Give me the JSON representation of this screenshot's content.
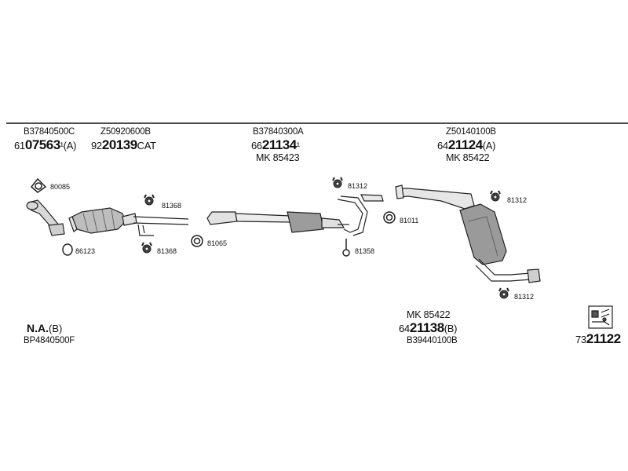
{
  "header": {
    "g1_ref": "B37840500C",
    "g1_prefix": "61",
    "g1_main": "07563",
    "g1_suffix": "¹(A)",
    "g2_ref": "Z50920600B",
    "g2_prefix": "92",
    "g2_main": "20139",
    "g2_suffix": "CAT",
    "g3_ref": "B37840300A",
    "g3_prefix": "66",
    "g3_main": "21134",
    "g3_suffix": "¹",
    "g3_kit": "MK  85423",
    "g4_ref": "Z50140100B",
    "g4_prefix": "64",
    "g4_main": "21124",
    "g4_suffix": "(A)",
    "g4_kit": "MK  85422"
  },
  "parts": {
    "p80085": "80085",
    "p81368_top": "81368",
    "p81368_bottom": "81368",
    "p86123": "86123",
    "p81065": "81065",
    "p81312_mid": "81312",
    "p81011": "81011",
    "p81358": "81358",
    "p81312_right_top": "81312",
    "p81312_right_bottom": "81312"
  },
  "footer": {
    "na_main": "N.A.",
    "na_suffix": "(B)",
    "na_ref": "BP4840500F",
    "rear_kit": "MK  85422",
    "rear_prefix": "64",
    "rear_main": "21138",
    "rear_suffix": "(B)",
    "rear_ref": "B39440100B",
    "code_prefix": "73",
    "code_main": "21122"
  }
}
